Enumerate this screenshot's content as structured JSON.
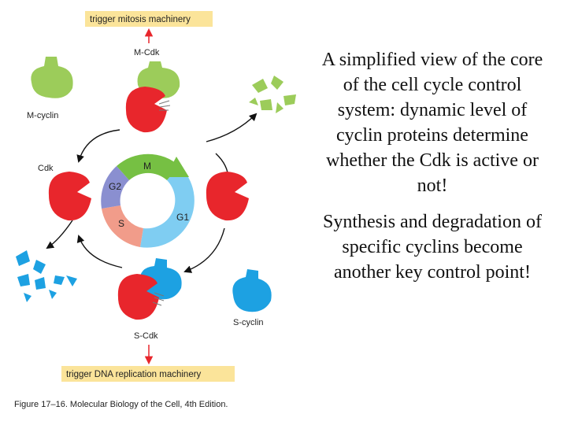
{
  "diagram": {
    "top_box_label": "trigger mitosis machinery",
    "bottom_box_label": "trigger DNA replication machinery",
    "m_cdk_label": "M-Cdk",
    "m_cyclin_label": "M-cyclin",
    "cdk_label": "Cdk",
    "s_cdk_label": "S-Cdk",
    "s_cyclin_label": "S-cyclin",
    "phases": {
      "m": "M",
      "g2": "G2",
      "s": "S",
      "g1": "G1"
    },
    "colors": {
      "m_cyclin": "#9ccc5a",
      "s_cyclin": "#1da1e2",
      "cdk": "#e8262c",
      "box": "#fbe49a",
      "arrow": "#e8262c"
    },
    "caption": "Figure 17–16. Molecular Biology of the Cell, 4th Edition."
  },
  "text": {
    "paragraph1": "A simplified view of the core of the cell cycle control system: dynamic level of cyclin proteins determine whether the Cdk is active or not!",
    "paragraph2": "Synthesis and degradation of specific cyclins become another key control point!"
  }
}
